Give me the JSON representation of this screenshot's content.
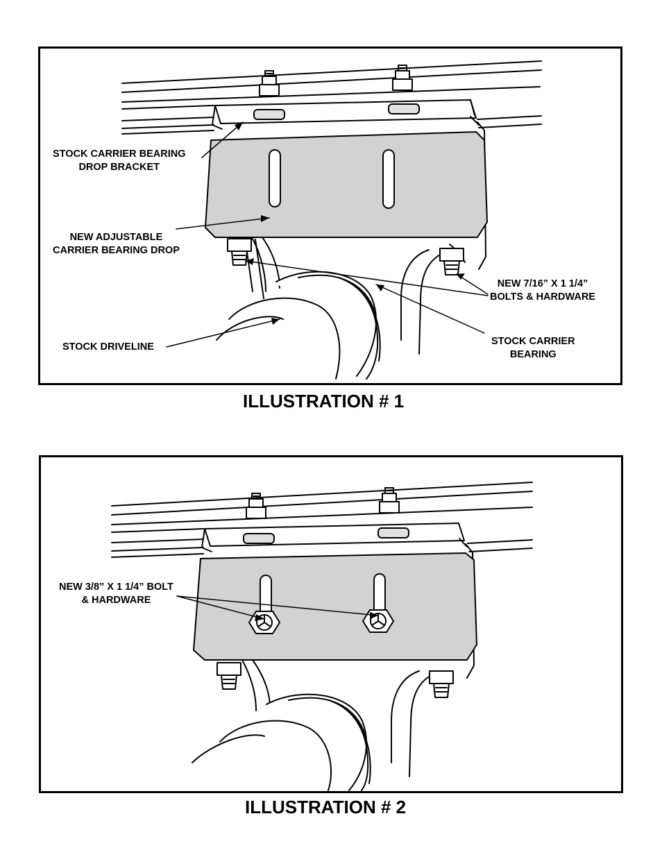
{
  "illustration_1": {
    "caption": "ILLUSTRATION # 1",
    "labels": {
      "stock_bracket": [
        "STOCK CARRIER BEARING",
        "DROP BRACKET"
      ],
      "new_drop": [
        "NEW ADJUSTABLE",
        "CARRIER BEARING DROP"
      ],
      "new_bolts": [
        "NEW 7/16” X 1 1/4”",
        "BOLTS & HARDWARE"
      ],
      "stock_driveline": [
        "STOCK DRIVELINE"
      ],
      "stock_bearing": [
        "STOCK CARRIER",
        "BEARING"
      ]
    }
  },
  "illustration_2": {
    "caption": "ILLUSTRATION # 2",
    "labels": {
      "new_bolt": [
        "NEW 3/8” X 1 1/4” BOLT",
        "& HARDWARE"
      ]
    }
  },
  "colors": {
    "bracket_fill": "#d2d2d2",
    "line": "#000000"
  }
}
